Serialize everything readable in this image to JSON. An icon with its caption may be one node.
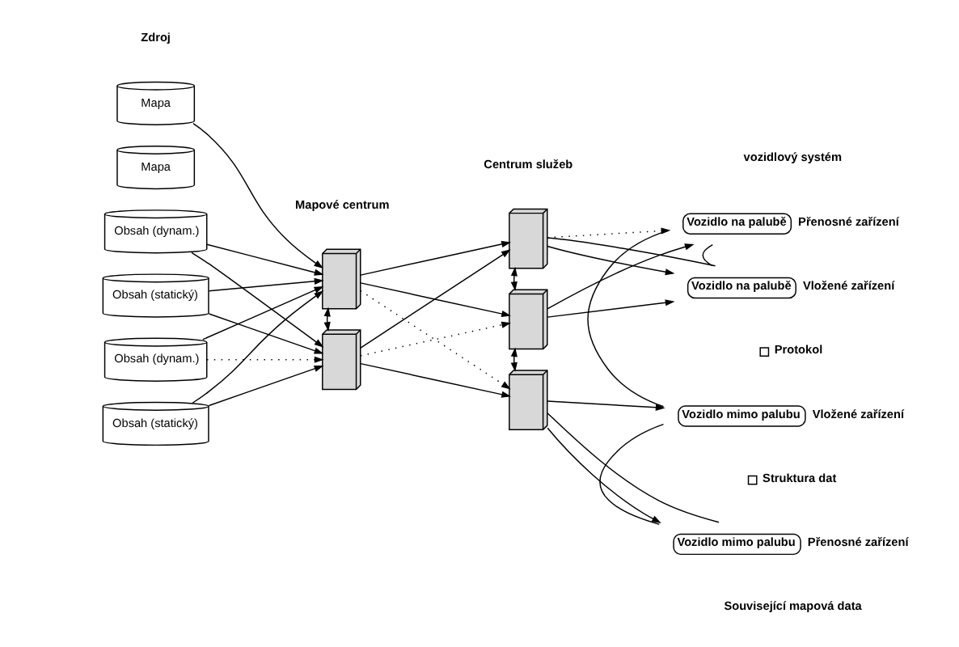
{
  "diagram": {
    "nodes": [
      {
        "text": [
          "Mapa"
        ]
      },
      {
        "text": [
          "Obsah (statický)"
        ]
      },
      {
        "text": [
          "Obsah (dynam.)"
        ]
      },
      {
        "text": [
          "Mapa"
        ]
      },
      {
        "text": [
          "Obsah (statický)"
        ]
      },
      {
        "text": [
          "Obsah (dynam.)"
        ]
      },
      {
        "text": [],
        "shape": "box"
      },
      {
        "text": [],
        "shape": "box"
      },
      {
        "text": [],
        "shape": "box"
      },
      {
        "text": [],
        "shape": "box"
      },
      {
        "text": [],
        "shape": "box"
      },
      {
        "text": [
          "Vozidlo na palubě"
        ],
        "beside": [
          "Vložené zařízení"
        ]
      },
      {
        "text": [
          "Vozidlo na palubě"
        ],
        "beside": [
          "Přenosné zařízení"
        ]
      },
      {
        "text": [
          "Vozidlo mimo palubu"
        ],
        "beside": [
          "Vložené zařízení"
        ]
      },
      {
        "text": [
          "Vozidlo mimo palubu"
        ],
        "beside": [
          "Přenosné zařízení"
        ]
      }
    ],
    "edges": [
      {
        "from": 0,
        "to": 6,
        "arrow": "to"
      },
      {
        "from": 1,
        "to": 6,
        "arrow": "to"
      },
      {
        "from": 1,
        "to": 7,
        "arrow": "to"
      },
      {
        "from": 2,
        "to": 6,
        "arrow": "to"
      },
      {
        "from": 2,
        "to": 7,
        "arrow": "to",
        "style": "dashed"
      },
      {
        "from": 4,
        "to": 7,
        "arrow": "to"
      },
      {
        "from": 4,
        "to": 6,
        "arrow": "to"
      },
      {
        "from": 5,
        "to": 7,
        "arrow": "to"
      },
      {
        "from": 5,
        "to": 6,
        "arrow": "to"
      },
      {
        "from": 6,
        "to": 7,
        "arrow": "both"
      },
      {
        "from": 6,
        "to": 8,
        "arrow": "to"
      },
      {
        "from": 6,
        "to": 9,
        "arrow": "to"
      },
      {
        "from": 6,
        "to": 10,
        "arrow": "to",
        "style": "dashed"
      },
      {
        "from": 7,
        "to": 8,
        "arrow": "to"
      },
      {
        "from": 7,
        "to": 9,
        "arrow": "to",
        "style": "dashed"
      },
      {
        "from": 7,
        "to": 10,
        "arrow": "to"
      },
      {
        "from": 8,
        "to": 9,
        "arrow": "both"
      },
      {
        "from": 9,
        "to": 10,
        "arrow": "both"
      },
      {
        "from": 8,
        "to": 11,
        "arrow": "to"
      },
      {
        "from": 8,
        "to": 12,
        "arrow": "to",
        "style": "dashed"
      },
      {
        "from": 9,
        "to": 11,
        "arrow": "to"
      },
      {
        "from": 9,
        "to": 12,
        "arrow": "to"
      },
      {
        "from": 10,
        "to": 13,
        "arrow": "to"
      },
      {
        "from": 10,
        "to": 14,
        "arrow": "to"
      },
      {
        "from": 8,
        "to": 11,
        "arrow": "none"
      },
      {
        "from": 11,
        "to": 12,
        "arrow": "none"
      },
      {
        "from": 12,
        "to": 13,
        "arrow": "none"
      },
      {
        "from": 13,
        "to": 14,
        "arrow": "none"
      },
      {
        "from": 14,
        "to": 10,
        "arrow": "none"
      }
    ],
    "labels": [
      "Zdroj",
      "Mapové centrum",
      "Centrum služeb",
      "Související mapová data",
      "vozidlový systém"
    ],
    "legend": [
      {
        "text": "Protokol"
      },
      {
        "text": "Struktura dat"
      }
    ]
  }
}
